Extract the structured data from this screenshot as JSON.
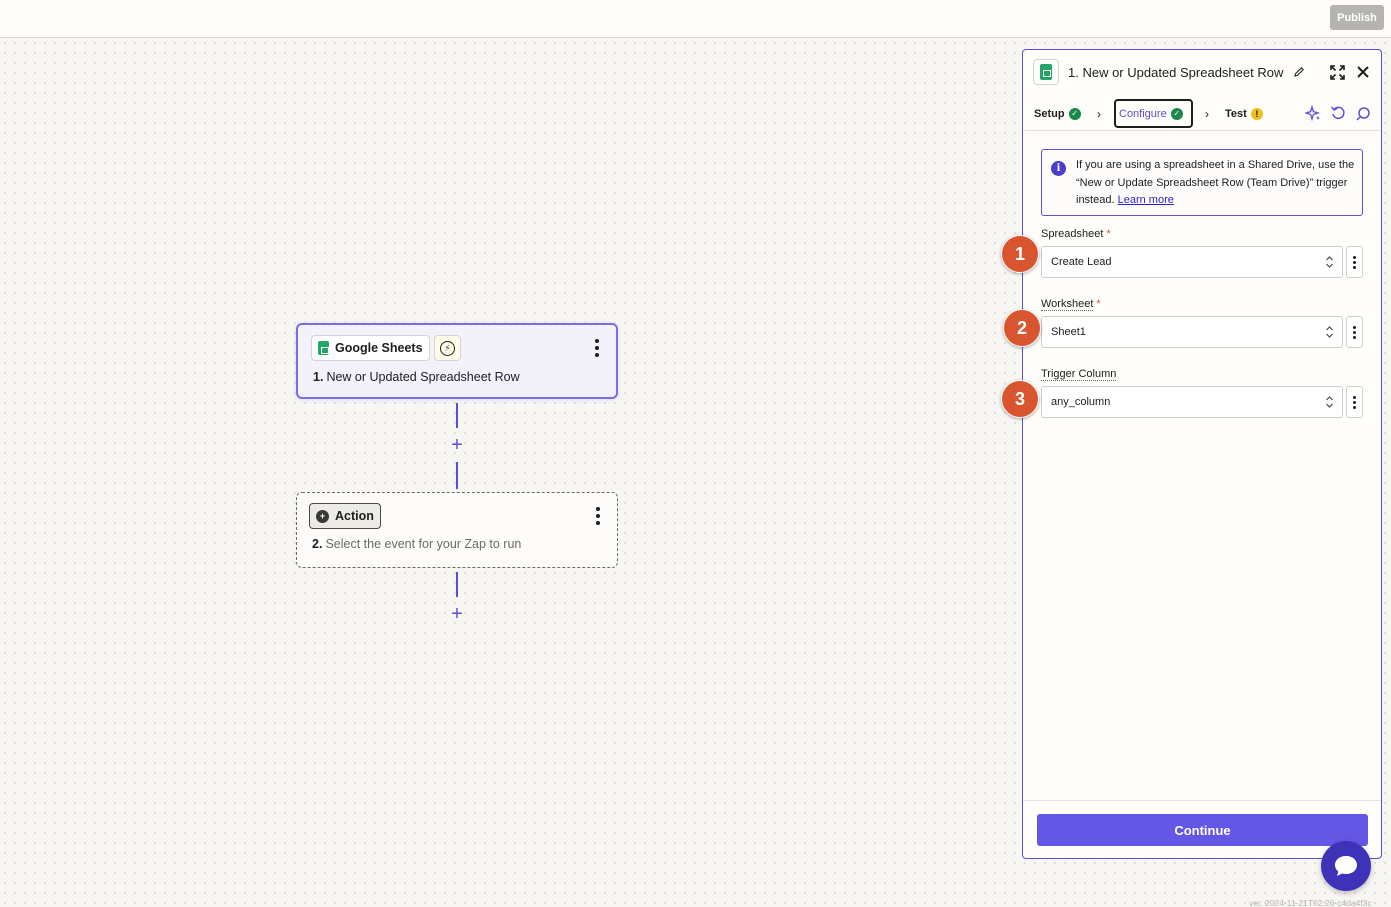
{
  "topbar": {
    "publish_label": "Publish"
  },
  "canvas": {
    "trigger_node": {
      "app_name": "Google Sheets",
      "step_number": "1.",
      "title": "New or Updated Spreadsheet Row"
    },
    "action_node": {
      "app_name": "Action",
      "step_number": "2.",
      "title": "Select the event for your Zap to run"
    },
    "add_step_symbol": "+"
  },
  "panel": {
    "title": "1. New or Updated Spreadsheet Row",
    "steps": [
      {
        "label": "Setup",
        "status": "complete"
      },
      {
        "label": "Configure",
        "status": "complete"
      },
      {
        "label": "Test",
        "status": "warning"
      }
    ],
    "info": {
      "text": "If you are using a spreadsheet in a Shared Drive, use the “New or Update Spreadsheet Row (Team Drive)” trigger instead.",
      "link_label": "Learn more"
    },
    "fields": [
      {
        "label": "Spreadsheet",
        "required": "*",
        "value": "Create Lead",
        "callout": "1"
      },
      {
        "label": "Worksheet",
        "required": "*",
        "value": "Sheet1",
        "callout": "2"
      },
      {
        "label": "Trigger Column",
        "required": "",
        "value": "any_column",
        "callout": "3"
      }
    ],
    "continue_label": "Continue"
  },
  "footer": {
    "version": "ver. 2024-11-21T02:26-c4da4f3c"
  },
  "colors": {
    "accent": "#5b4fd6",
    "button": "#6557e6",
    "success": "#1a8a4a",
    "warning": "#f2c01e",
    "callout": "#d9552f",
    "sheets_green": "#23a566"
  }
}
